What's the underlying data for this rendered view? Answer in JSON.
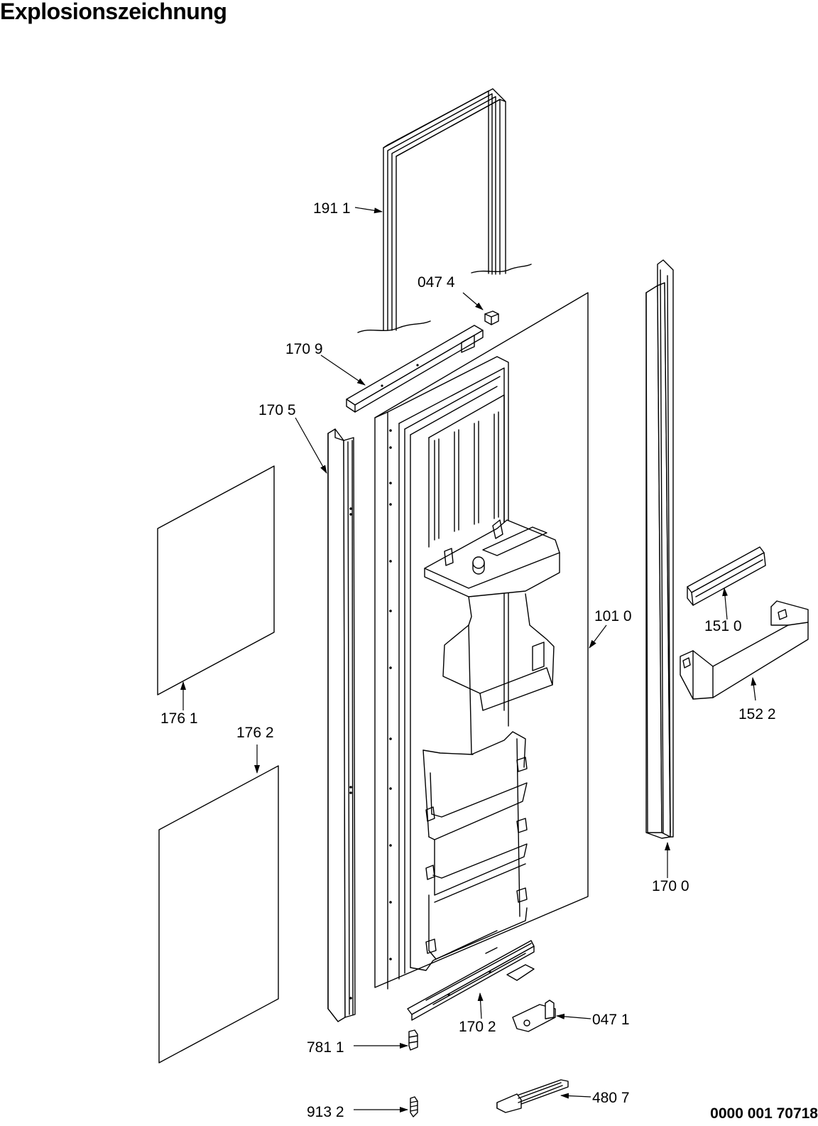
{
  "header": {
    "title": "Explosionszeichnung"
  },
  "footer": {
    "document_number": "0000 001 70718"
  },
  "labels": {
    "p191_1": "191 1",
    "p047_4": "047 4",
    "p170_9": "170 9",
    "p170_5": "170 5",
    "p101_0": "101 0",
    "p151_0": "151 0",
    "p152_2": "152 2",
    "p176_1": "176 1",
    "p176_2": "176 2",
    "p170_0": "170 0",
    "p170_2": "170 2",
    "p047_1": "047 1",
    "p781_1": "781 1",
    "p913_2": "913 2",
    "p480_7": "480 7"
  }
}
